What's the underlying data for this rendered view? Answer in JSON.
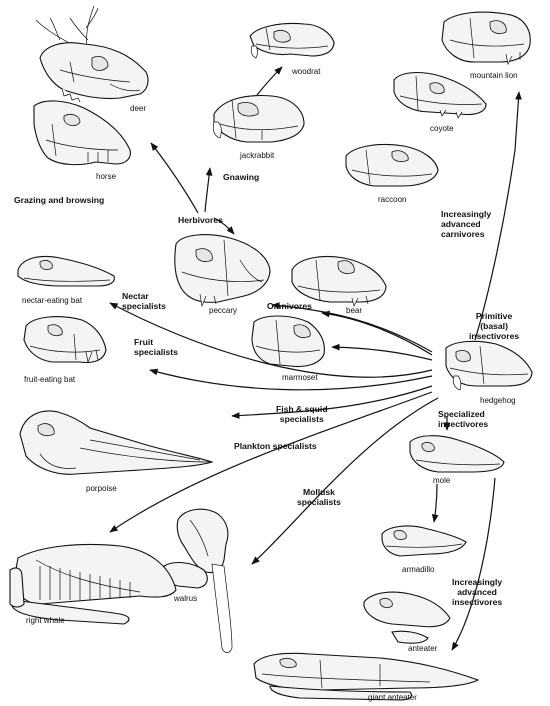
{
  "diagram": {
    "categories": {
      "herbivores": "Herbivores",
      "grazing": "Grazing and browsing",
      "gnawing": "Gnawing",
      "nectar": [
        "Nectar",
        "specialists"
      ],
      "fruit": [
        "Fruit",
        "specialists"
      ],
      "omnivores": "Omnivores",
      "primitive": [
        "Primitive",
        "(basal)",
        "insectivores"
      ],
      "carnivores": [
        "Increasingly",
        "advanced",
        "carnivores"
      ],
      "specialized": [
        "Specialized",
        "insectivores"
      ],
      "fish": [
        "Fish & squid",
        "specialists"
      ],
      "plankton": "Plankton specialists",
      "mollusk": [
        "Mollusk",
        "specialists"
      ],
      "adv_insectivores": [
        "Increasingly",
        "advanced",
        "insectivores"
      ]
    },
    "animals": {
      "deer": "deer",
      "horse": "horse",
      "woodrat": "woodrat",
      "jackrabbit": "jackrabbit",
      "mountain_lion": "mountain lion",
      "coyote": "coyote",
      "raccoon": "raccoon",
      "nectar_bat": "nectar-eating bat",
      "fruit_bat": "fruit-eating bat",
      "peccary": "peccary",
      "bear": "bear",
      "marmoset": "marmoset",
      "hedgehog": "hedgehog",
      "porpoise": "porpoise",
      "mole": "mole",
      "armadillo": "armadillo",
      "walrus": "walrus",
      "right_whale": "right whale",
      "anteater": "anteater",
      "giant_anteater": "giant anteater"
    }
  }
}
